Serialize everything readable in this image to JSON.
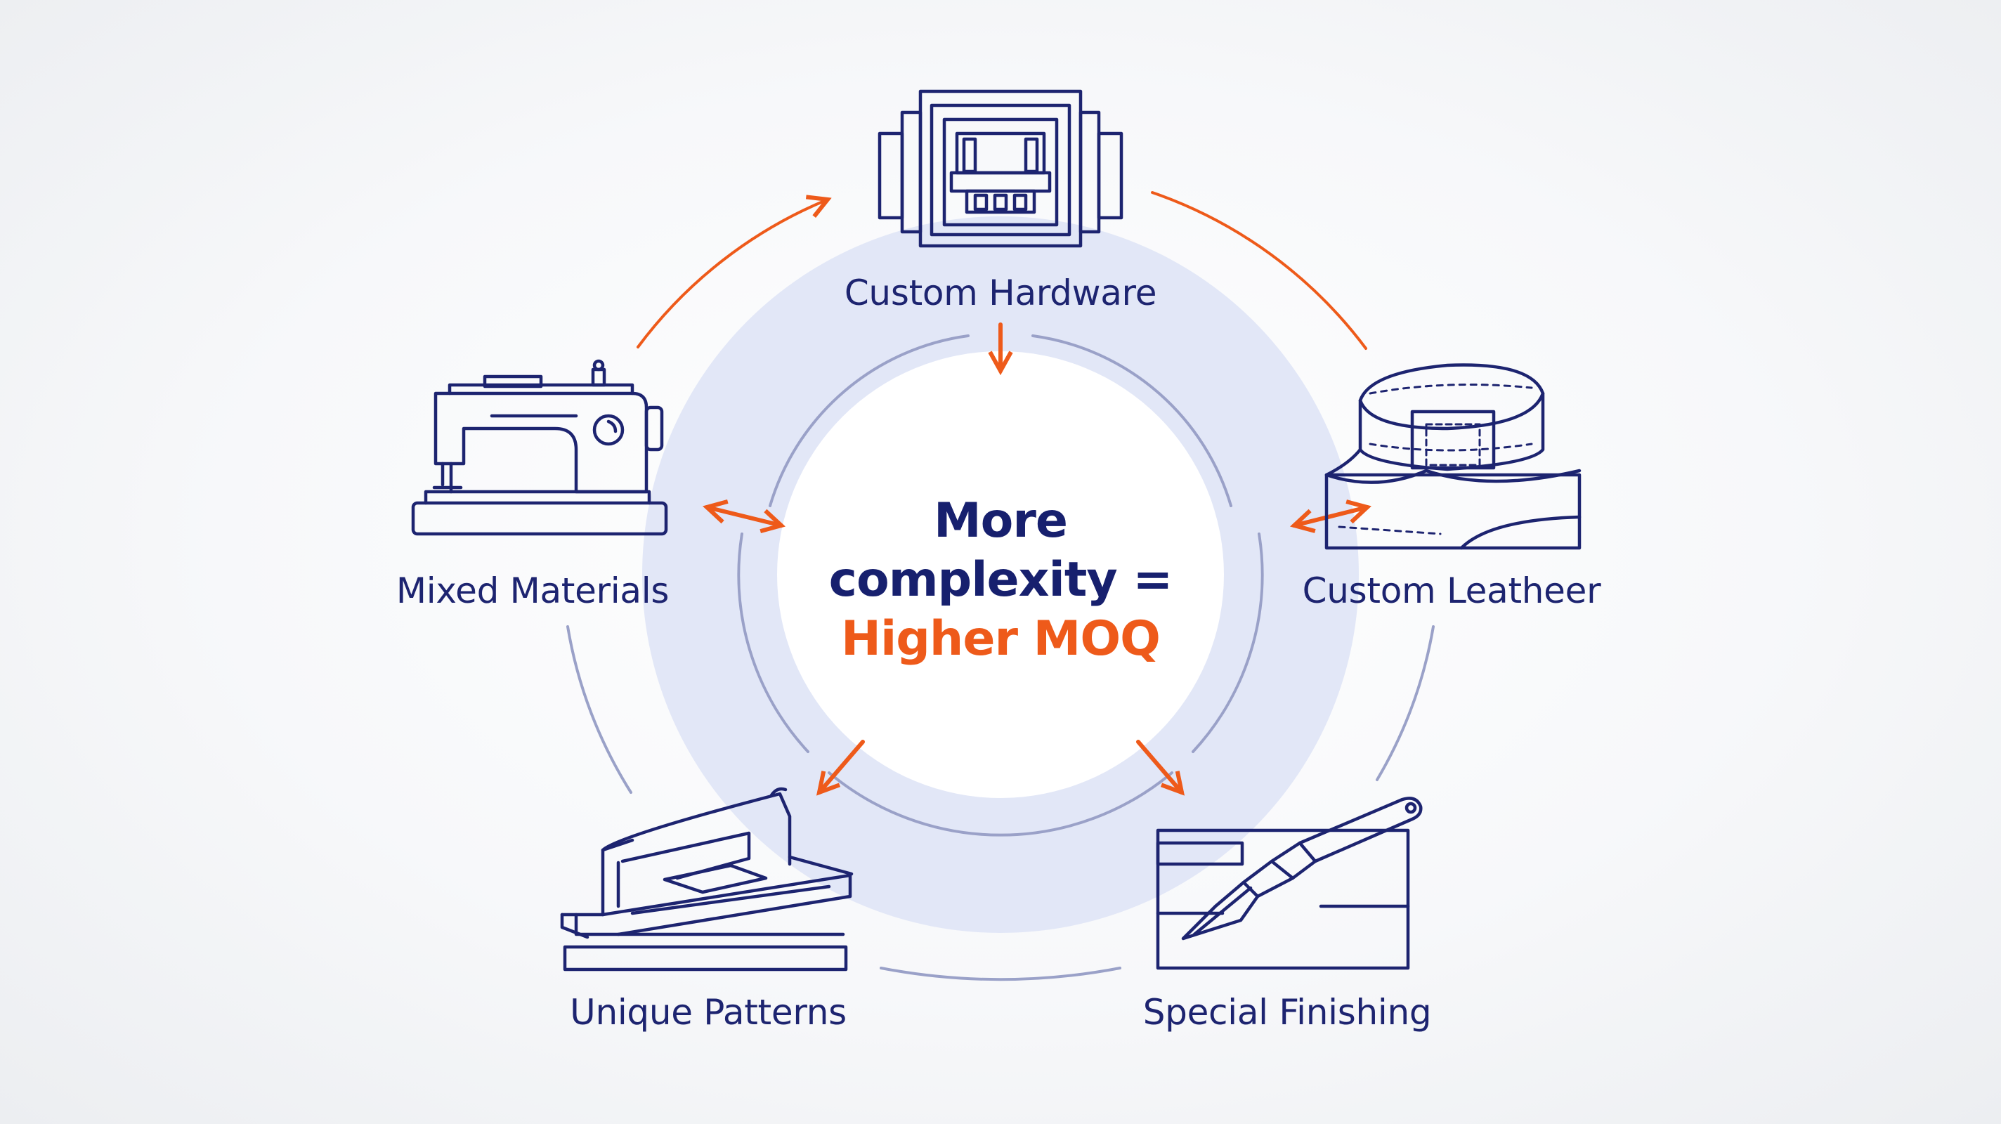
{
  "center": {
    "line1": "More",
    "line2": "complexity =",
    "line3": "Higher MOQ"
  },
  "nodes": {
    "custom_hardware": "Custom Hardware",
    "mixed_materials": "Mixed Materials",
    "custom_leather": "Custom Leatheer",
    "unique_patterns": "Unique Patterns",
    "special_finishing": "Special Finishing"
  },
  "colors": {
    "navy": "#1d2470",
    "accent": "#ee5a1a",
    "ring_fill": "#dde3f6",
    "ring_line": "#9aa1c8"
  },
  "icons": {
    "custom_hardware": "buckle-hardware-icon",
    "mixed_materials": "sewing-machine-icon",
    "custom_leather": "leather-strap-icon",
    "unique_patterns": "pattern-cutter-icon",
    "special_finishing": "craft-knife-icon"
  }
}
